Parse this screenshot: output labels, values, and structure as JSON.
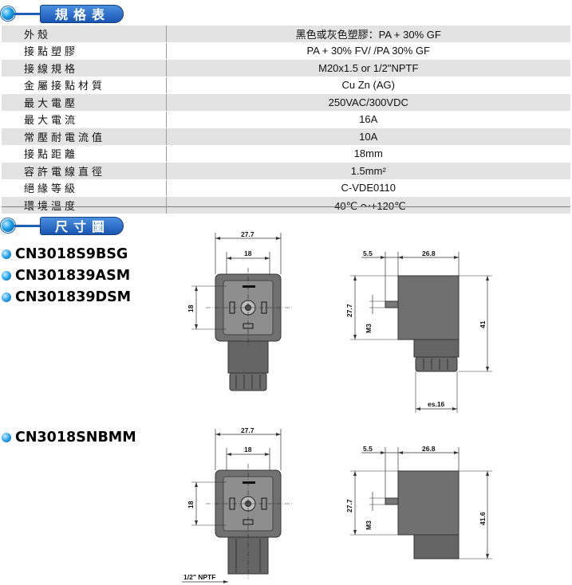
{
  "spec_section": {
    "title": "規格表"
  },
  "dimension_section": {
    "title": "尺寸圖"
  },
  "specs": [
    {
      "label": "外殼",
      "value": "黑色或灰色塑膠：PA + 30% GF"
    },
    {
      "label": "接點塑膠",
      "value": "PA + 30% FV/  /PA 30% GF"
    },
    {
      "label": "接線規格",
      "value": "M20x1.5 or 1/2\"NPTF"
    },
    {
      "label": "金屬接點材質",
      "value": "Cu Zn (AG)"
    },
    {
      "label": "最大電壓",
      "value": "250VAC/300VDC"
    },
    {
      "label": "最大電流",
      "value": "16A"
    },
    {
      "label": "常壓耐電流值",
      "value": "10A"
    },
    {
      "label": "接點距離",
      "value": "18mm"
    },
    {
      "label": "容許電線直徑",
      "value": "1.5mm²"
    },
    {
      "label": "絕緣等級",
      "value": "C-VDE0110"
    },
    {
      "label": "環境溫度",
      "value": "-40℃ ～+120℃"
    }
  ],
  "models_group1": [
    "CN3018S9BSG",
    "CN301839ASM",
    "CN301839DSM"
  ],
  "models_group2": [
    "CN3018SNBMM"
  ],
  "drawing1": {
    "front_width": "27.7",
    "front_pin_spacing": "18",
    "front_height": "18",
    "side_left": "5.5",
    "side_width": "26.8",
    "side_height_left": "27.7",
    "side_thread": "M3",
    "side_height": "41",
    "side_bottom": "es.16"
  },
  "drawing2": {
    "front_width": "27.7",
    "front_pin_spacing": "18",
    "front_height": "18",
    "front_thread": "1/2\" NPTF",
    "side_left": "5.5",
    "side_width": "26.8",
    "side_height_left": "27.7",
    "side_thread": "M3",
    "side_height": "41.6"
  },
  "colors": {
    "header_blue": "#1f5fb5",
    "row_shade": "#e3e3e3",
    "housing_gray": "#6f6f6f"
  }
}
